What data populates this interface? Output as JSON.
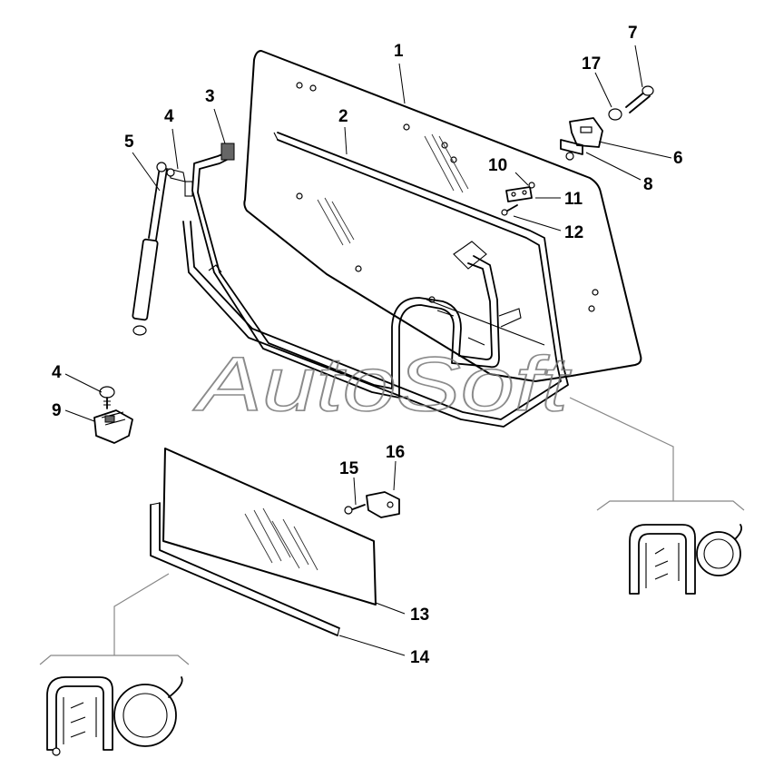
{
  "watermark": "AutoSoft",
  "labels": {
    "p1": "1",
    "p2": "2",
    "p3": "3",
    "p4a": "4",
    "p4b": "4",
    "p5": "5",
    "p6": "6",
    "p7": "7",
    "p8": "8",
    "p9": "9",
    "p10": "10",
    "p11": "11",
    "p12": "12",
    "p13": "13",
    "p14": "14",
    "p15": "15",
    "p16": "16",
    "p17": "17"
  }
}
